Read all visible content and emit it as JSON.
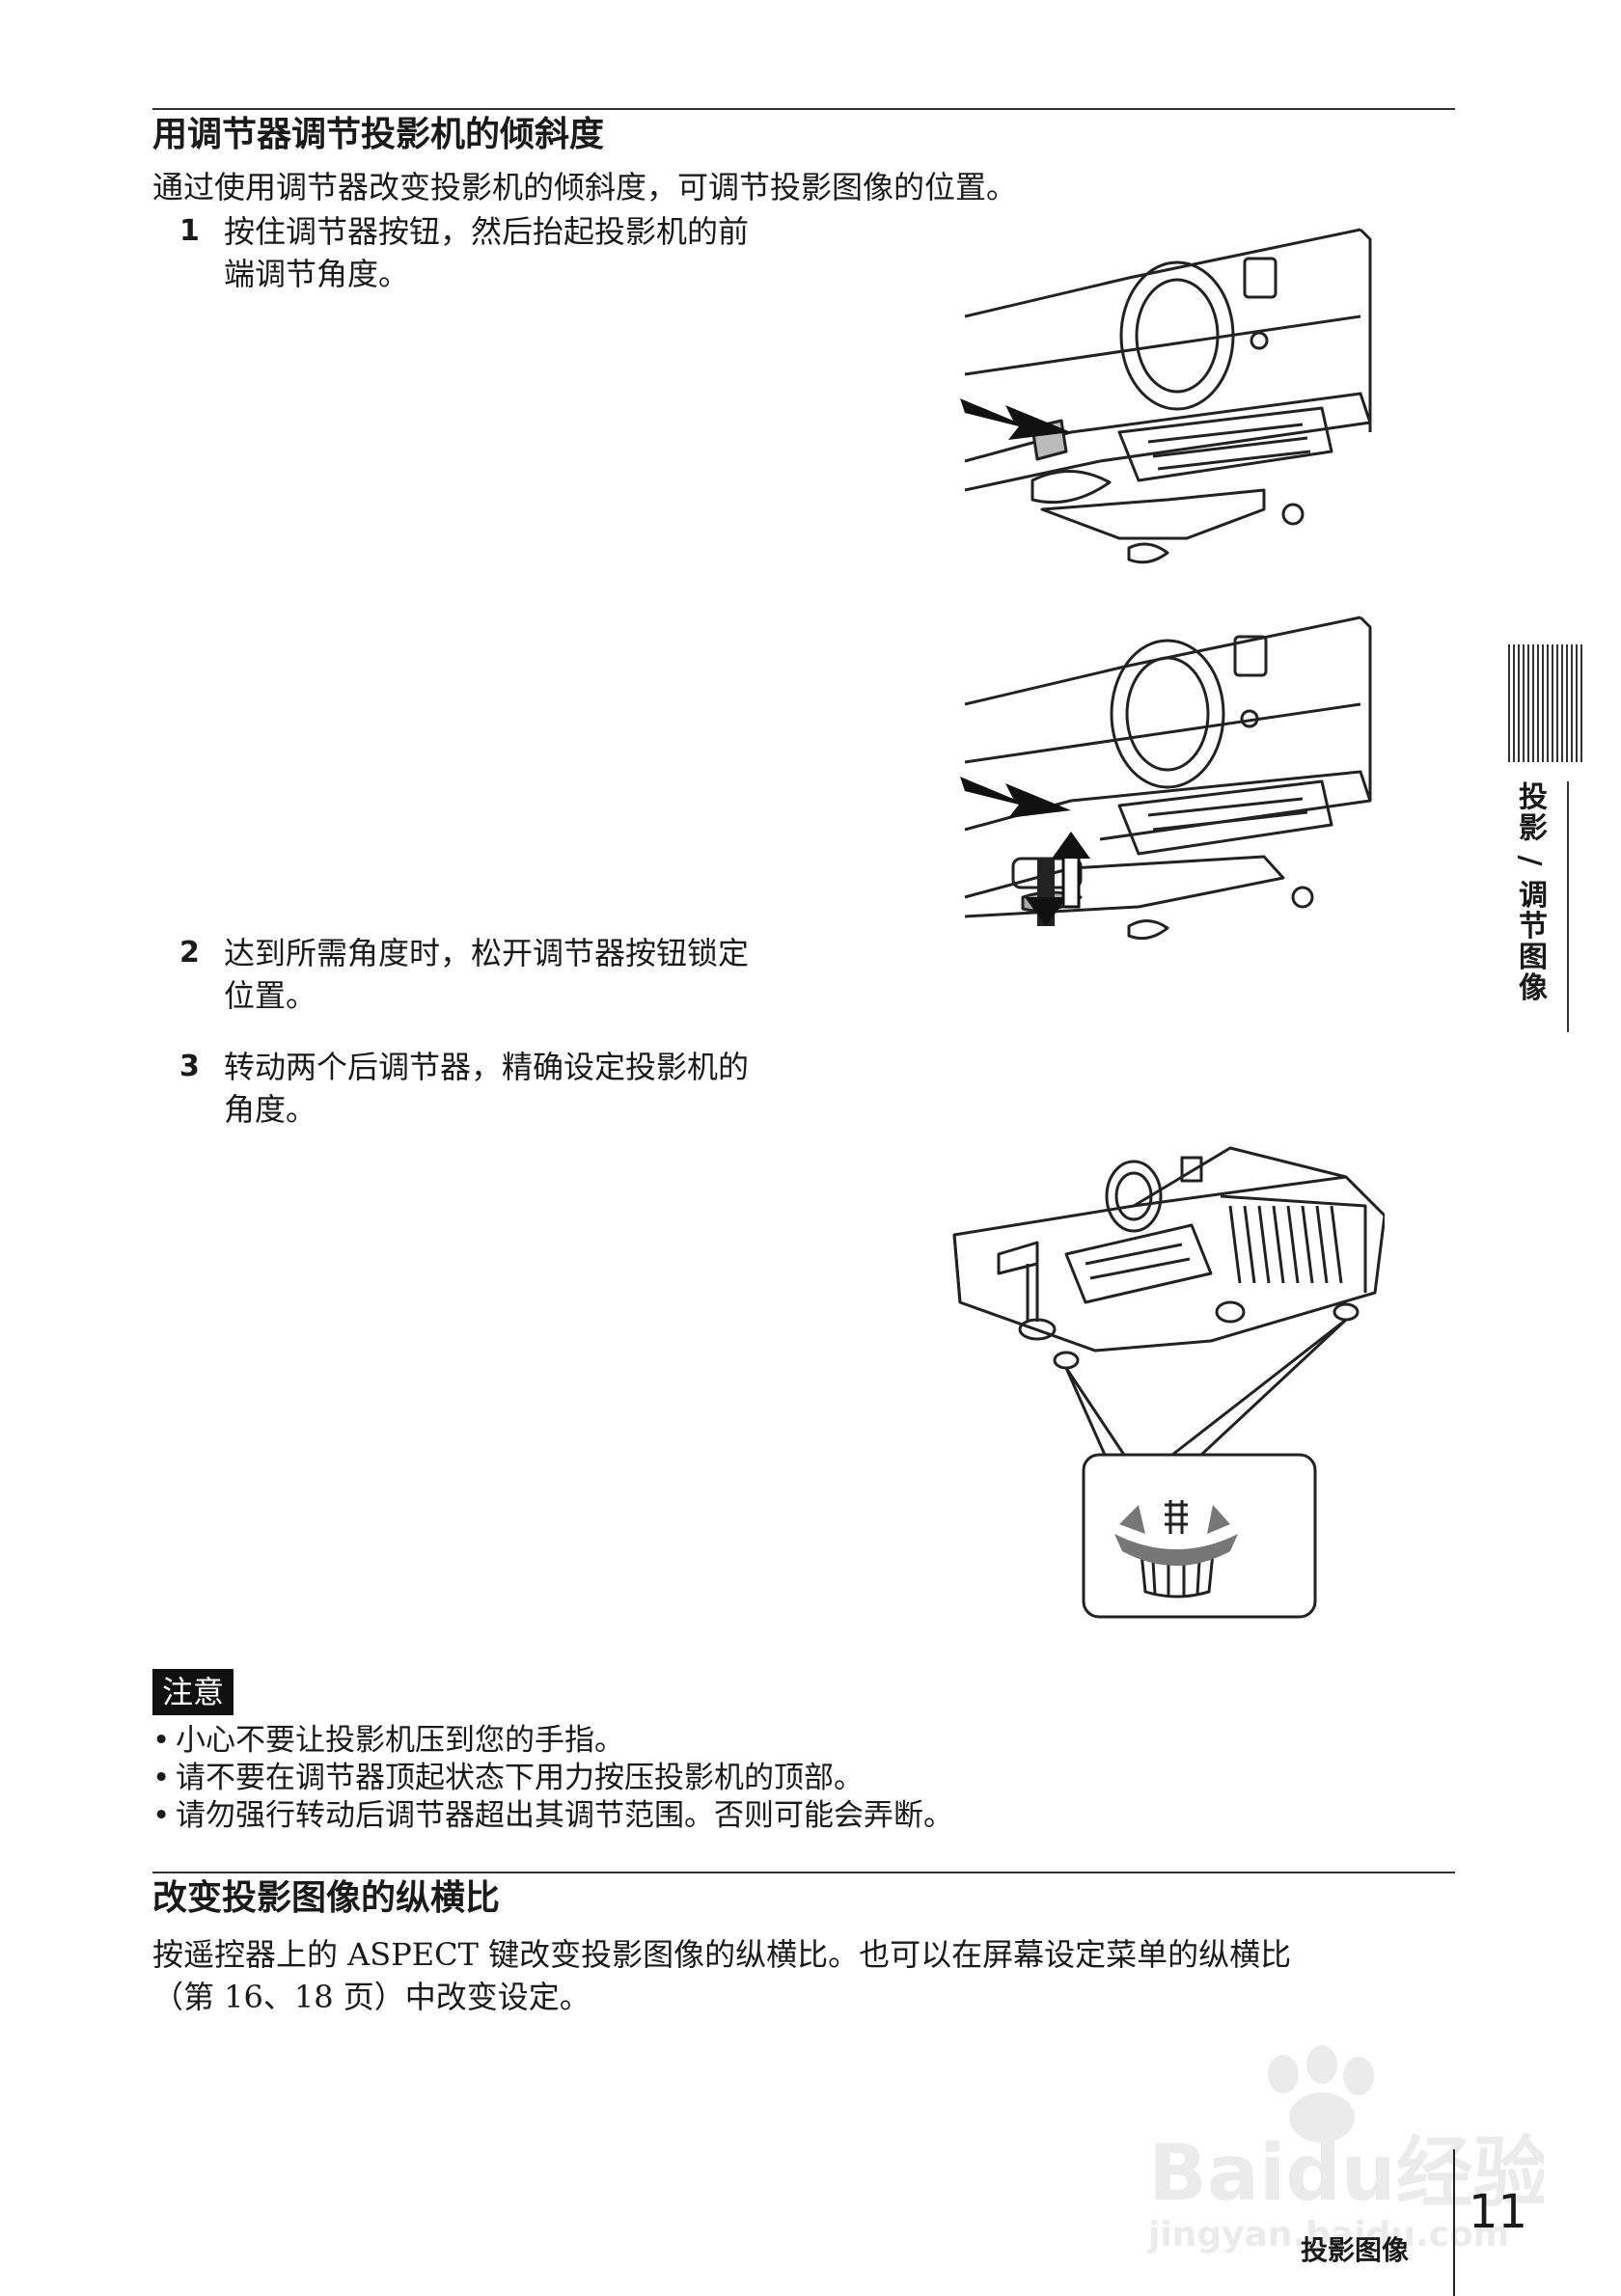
{
  "section1": {
    "heading": "用调节器调节投影机的倾斜度",
    "intro": "通过使用调节器改变投影机的倾斜度，可调节投影图像的位置。",
    "steps": [
      {
        "num": "1",
        "text": "按住调节器按钮，然后抬起投影机的前端调节角度。"
      },
      {
        "num": "2",
        "text": "达到所需角度时，松开调节器按钮锁定位置。"
      },
      {
        "num": "3",
        "text": "转动两个后调节器，精确设定投影机的角度。"
      }
    ]
  },
  "note": {
    "badge": "注意",
    "items": [
      "小心不要让投影机压到您的手指。",
      "请不要在调节器顶起状态下用力按压投影机的顶部。",
      "请勿强行转动后调节器超出其调节范围。否则可能会弄断。"
    ]
  },
  "section2": {
    "heading": "改变投影图像的纵横比",
    "body_line1": "按遥控器上的 ASPECT 键改变投影图像的纵横比。也可以在屏幕设定菜单的纵横比",
    "body_line2": "（第 16、18 页）中改变设定。"
  },
  "side_tab": {
    "label": "投影 / 调节图像"
  },
  "footer": {
    "label": "投影图像",
    "page_number": "11"
  },
  "watermark": {
    "brand": "Baidu经验",
    "url": "jingyan.baidu.com"
  },
  "icons": [
    "projector-press-button-illustration",
    "projector-raise-front-illustration",
    "rear-adjuster-rotate-illustration",
    "paw-logo-icon"
  ]
}
